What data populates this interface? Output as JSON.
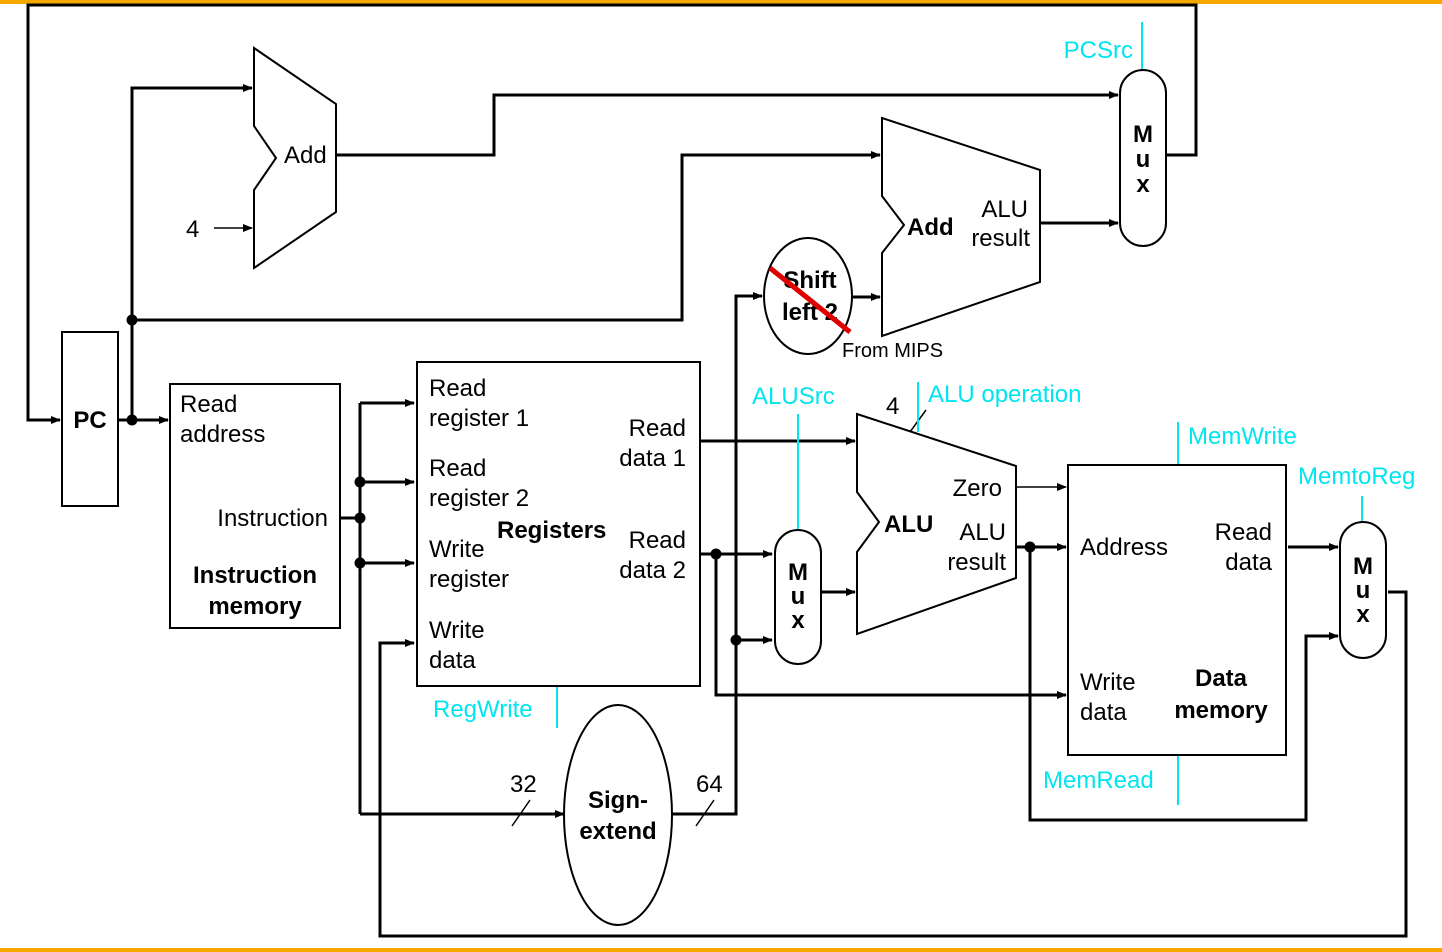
{
  "components": {
    "pc": "PC",
    "add_top": "Add",
    "const_four": "4",
    "add_branch": "Add",
    "add_branch_result": [
      "ALU",
      "result"
    ],
    "shift": [
      "Shift",
      "left 2"
    ],
    "annotation": "From MIPS",
    "instruction_memory": {
      "read_address": [
        "Read",
        "address"
      ],
      "instruction": "Instruction",
      "title": [
        "Instruction",
        "memory"
      ]
    },
    "registers": {
      "read_register_1": [
        "Read",
        "register 1"
      ],
      "read_register_2": [
        "Read",
        "register 2"
      ],
      "write_register": [
        "Write",
        "register"
      ],
      "write_data": [
        "Write",
        "data"
      ],
      "title": "Registers",
      "read_data_1": [
        "Read",
        "data 1"
      ],
      "read_data_2": [
        "Read",
        "data 2"
      ]
    },
    "mux_letters": [
      "M",
      "u",
      "x"
    ],
    "alu": {
      "title": "ALU",
      "zero": "Zero",
      "result": [
        "ALU",
        "result"
      ],
      "op_width": "4"
    },
    "data_memory": {
      "address": "Address",
      "read_data": [
        "Read",
        "data"
      ],
      "write_data": [
        "Write",
        "data"
      ],
      "title": [
        "Data",
        "memory"
      ]
    },
    "sign_extend": [
      "Sign-",
      "extend"
    ],
    "width_in": "32",
    "width_out": "64"
  },
  "control_signals": {
    "pcsrc": "PCSrc",
    "alusrc": "ALUSrc",
    "alu_operation": "ALU operation",
    "memwrite": "MemWrite",
    "memtoreg": "MemtoReg",
    "regwrite": "RegWrite",
    "memread": "MemRead"
  },
  "colors": {
    "accent_bar": "#f5a800",
    "control": "#00e5ee",
    "strike": "#e00000"
  }
}
